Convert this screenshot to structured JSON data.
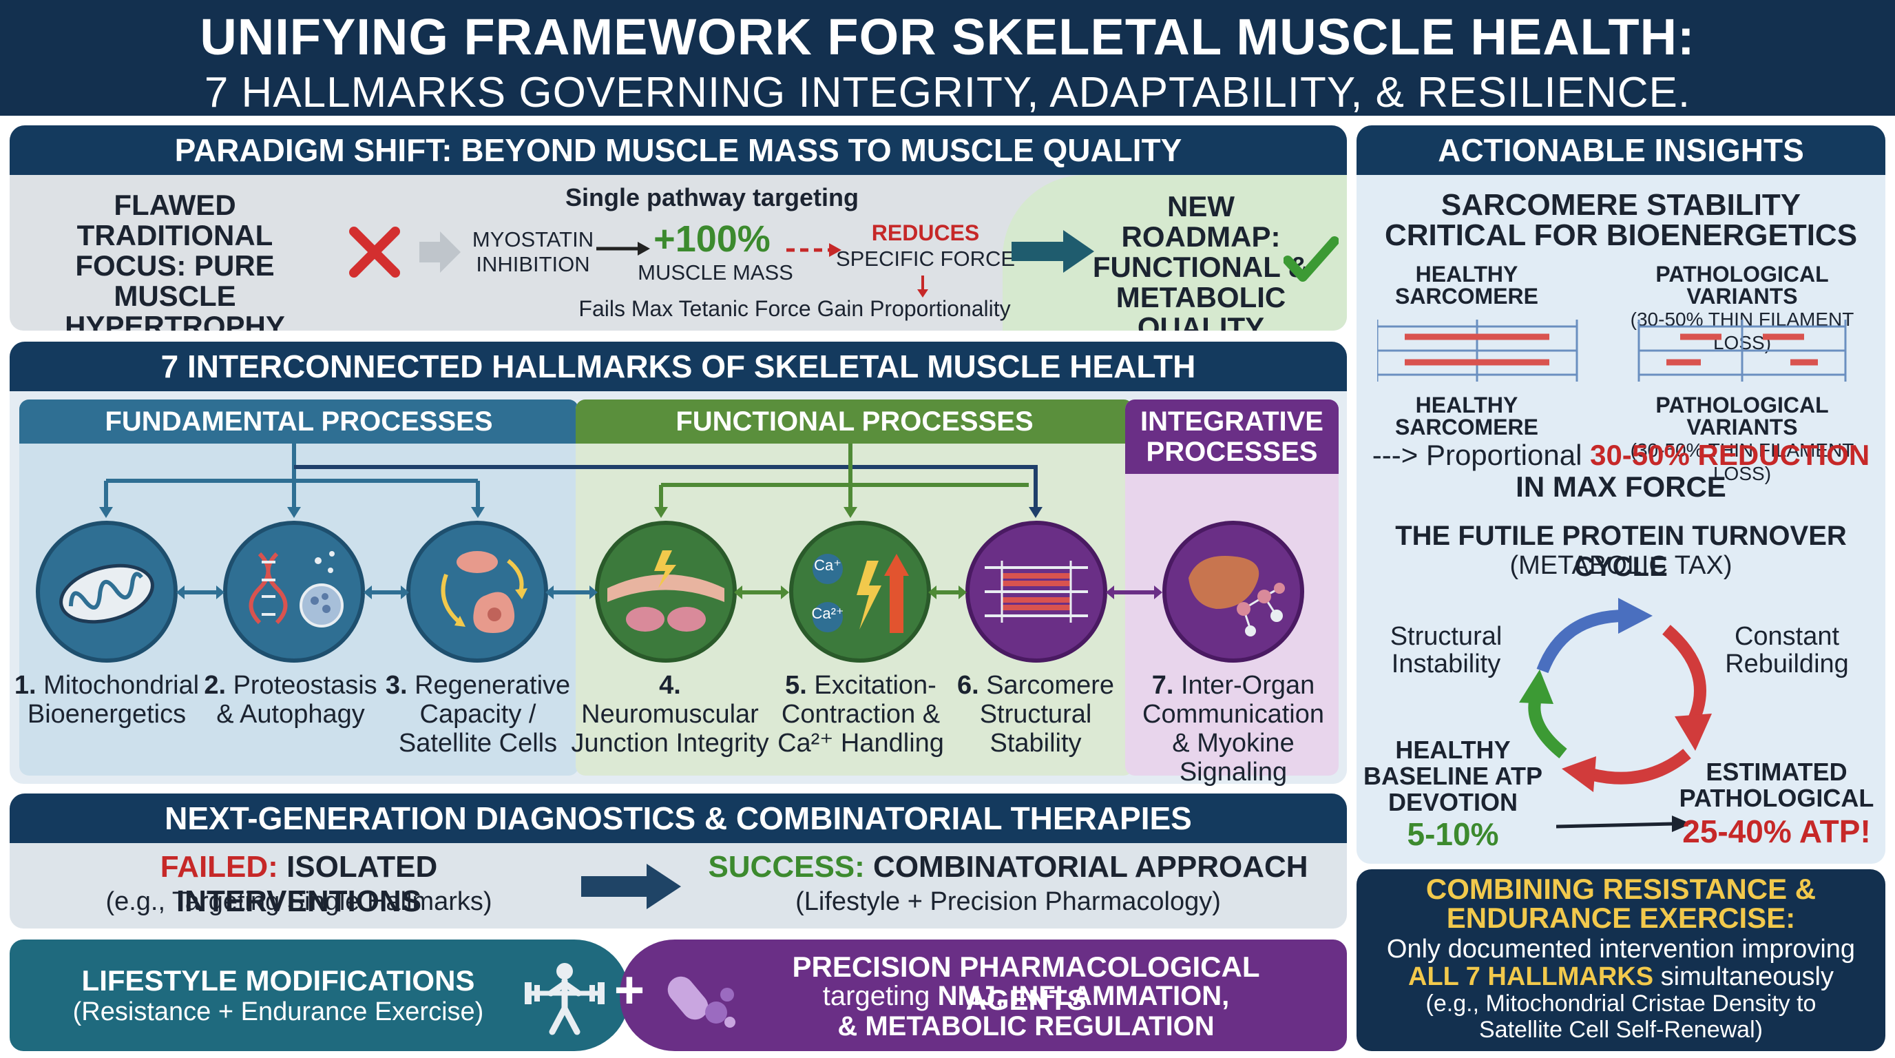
{
  "header": {
    "title": "UNIFYING FRAMEWORK FOR SKELETAL MUSCLE HEALTH:",
    "subtitle": "7 HALLMARKS GOVERNING INTEGRITY, ADAPTABILITY, & RESILIENCE."
  },
  "paradigm": {
    "title": "PARADIGM SHIFT: BEYOND MUSCLE MASS TO MUSCLE QUALITY",
    "flawed": "FLAWED TRADITIONAL FOCUS: PURE MUSCLE HYPERTROPHY",
    "single_pathway": "Single pathway targeting",
    "myostatin": "MYOSTATIN INHIBITION",
    "plus100": "+100%",
    "muscle_mass": "MUSCLE MASS",
    "reduces": "REDUCES",
    "specific_force": "SPECIFIC FORCE",
    "fails": "Fails Max Tetanic Force Gain Proportionality",
    "new_roadmap": "NEW ROADMAP: FUNCTIONAL & METABOLIC QUALITY"
  },
  "hallmarks": {
    "title": "7 INTERCONNECTED HALLMARKS OF SKELETAL MUSCLE HEALTH",
    "fundamental": "FUNDAMENTAL PROCESSES",
    "functional": "FUNCTIONAL PROCESSES",
    "integrative": "INTEGRATIVE PROCESSES",
    "items": [
      {
        "num": "1.",
        "label": "Mitochondrial Bioenergetics"
      },
      {
        "num": "2.",
        "label": "Proteostasis & Autophagy"
      },
      {
        "num": "3.",
        "label": "Regenerative Capacity / Satellite Cells"
      },
      {
        "num": "4.",
        "label": "Neuromuscular Junction Integrity"
      },
      {
        "num": "5.",
        "label": "Excitation-Contraction & Ca²⁺ Handling"
      },
      {
        "num": "6.",
        "label": "Sarcomere Structural Stability"
      },
      {
        "num": "7.",
        "label": "Inter-Organ Communication & Myokine Signaling"
      }
    ],
    "ca_label": "Ca⁺",
    "ca2_label": "Ca²⁺"
  },
  "diagnostics": {
    "title": "NEXT-GENERATION DIAGNOSTICS & COMBINATORIAL THERAPIES",
    "failed_label": "FAILED:",
    "failed_text": "ISOLATED INTERVENTIONS",
    "failed_sub": "(e.g., Targeting Single Hallmarks)",
    "success_label": "SUCCESS:",
    "success_text": "COMBINATORIAL APPROACH",
    "success_sub": "(Lifestyle + Precision Pharmacology)",
    "lifestyle_title": "LIFESTYLE MODIFICATIONS",
    "lifestyle_sub": "(Resistance + Endurance Exercise)",
    "plus": "+",
    "pharma_title": "PRECISION PHARMACOLOGICAL AGENTS",
    "pharma_pre": "targeting",
    "pharma_b1": "NMJ, INFLAMMATION,",
    "pharma_b2": "& METABOLIC REGULATION"
  },
  "insights": {
    "title": "ACTIONABLE INSIGHTS",
    "sarc_title": "SARCOMERE STABILITY CRITICAL FOR BIOENERGETICS",
    "healthy": "HEALTHY SARCOMERE",
    "patho": "PATHOLOGICAL VARIANTS",
    "patho_sub": "(30-50% THIN FILAMENT LOSS)",
    "prop_prefix": "---> Proportional",
    "prop_red": "30-50% REDUCTION",
    "prop_tail": "IN MAX FORCE",
    "futile_title": "THE FUTILE PROTEIN TURNOVER CYCLE",
    "futile_sub": "(METABOLIC TAX)",
    "structural": "Structural Instability",
    "constant": "Constant Rebuilding",
    "healthy_base": "HEALTHY BASELINE ATP DEVOTION",
    "healthy_val": "5-10%",
    "est_patho": "ESTIMATED PATHOLOGICAL",
    "est_val": "25-40% ATP!"
  },
  "combo": {
    "title": "COMBINING RESISTANCE & ENDURANCE EXERCISE:",
    "line1": "Only documented intervention improving",
    "all7": "ALL 7 HALLMARKS",
    "line2": "simultaneously",
    "line3": "(e.g., Mitochondrial Cristae Density to Satellite Cell Self-Renewal)"
  },
  "colors": {
    "navy": "#13304f",
    "fundamental": "#2f6f93",
    "functional": "#5a8f3c",
    "integrative": "#6a2f86",
    "red": "#c62828",
    "green": "#3c8a2e"
  }
}
